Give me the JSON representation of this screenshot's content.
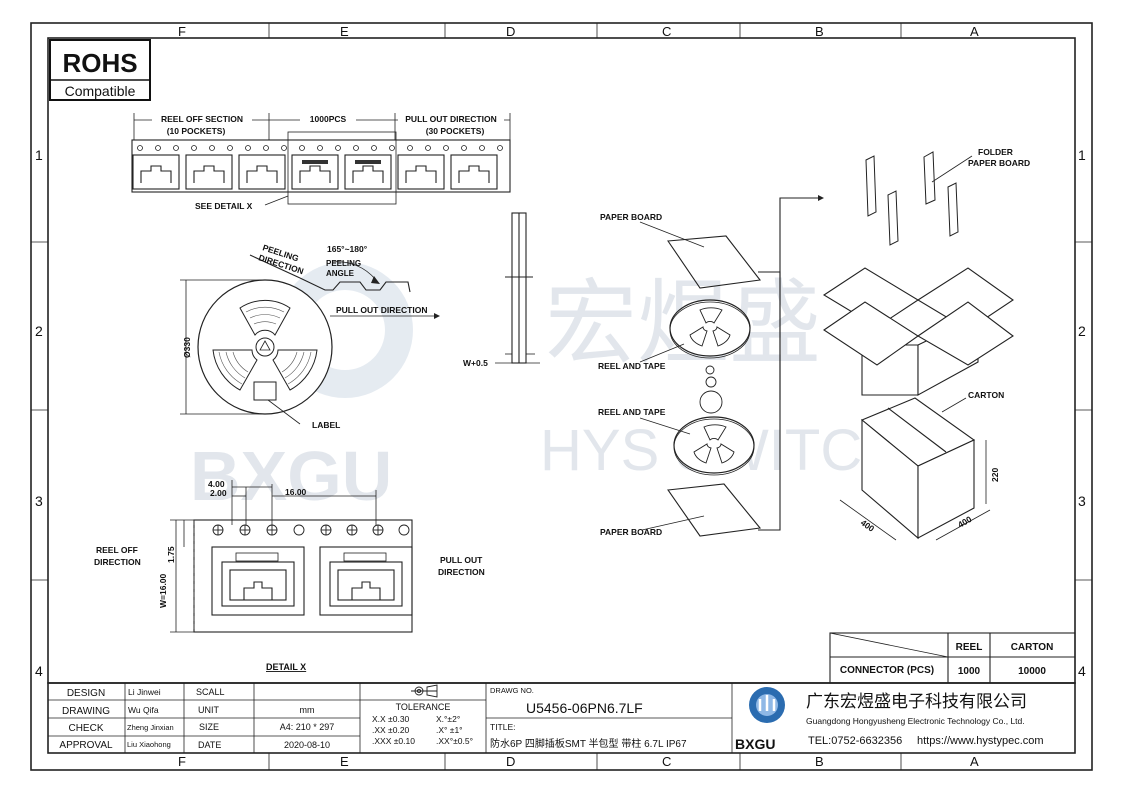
{
  "zone_letters": [
    "F",
    "E",
    "D",
    "C",
    "B",
    "A"
  ],
  "zone_numbers": [
    "1",
    "2",
    "3",
    "4"
  ],
  "rohs": {
    "title": "ROHS",
    "subtitle": "Compatible"
  },
  "watermark": {
    "brand_cn": "宏煜盛",
    "brand_en": "HYS SWITCH",
    "logo": "BXGU"
  },
  "tape_section": {
    "reel_off": "REEL OFF SECTION",
    "reel_off_pockets": "(10 POCKETS)",
    "qty": "1000PCS",
    "pull_out": "PULL OUT DIRECTION",
    "pull_out_pockets": "(30 POCKETS)",
    "see_detail": "SEE DETAIL X"
  },
  "reel_view": {
    "peeling_direction_1": "PEELING",
    "peeling_direction_2": "DIRECTION",
    "angle": "165°~180°",
    "peeling_angle_1": "PEELING",
    "peeling_angle_2": "ANGLE",
    "pull_out": "PULL OUT DIRECTION",
    "diameter": "Ø330",
    "label": "LABEL",
    "width_dim": "W+0.5"
  },
  "detail_x": {
    "dim_4": "4.00",
    "dim_2": "2.00",
    "dim_16": "16.00",
    "dim_175": "1.75",
    "dim_w": "W=16.00",
    "reel_off_1": "REEL OFF",
    "reel_off_2": "DIRECTION",
    "pull_out_1": "PULL OUT",
    "pull_out_2": "DIRECTION",
    "title": "DETAIL X"
  },
  "packing": {
    "folder_1": "FOLDER",
    "folder_2": "PAPER BOARD",
    "paper_board_top": "PAPER BOARD",
    "reel_tape_1": "REEL AND TAPE",
    "reel_tape_2": "REEL AND TAPE",
    "paper_board_bottom": "PAPER BOARD",
    "carton": "CARTON",
    "carton_w": "400",
    "carton_d": "400",
    "carton_h": "220"
  },
  "qty_table": {
    "headers": [
      "REEL",
      "CARTON"
    ],
    "row_label": "CONNECTOR (PCS)",
    "values": [
      "1000",
      "10000"
    ]
  },
  "title_block": {
    "design_label": "DESIGN",
    "design_name": "Li Jinwei",
    "scall_label": "SCALL",
    "scall_value": "",
    "drawing_label": "DRAWING",
    "drawing_name": "Wu Qifa",
    "unit_label": "UNIT",
    "unit_value": "mm",
    "check_label": "CHECK",
    "check_name": "Zheng Jinxian",
    "size_label": "SIZE",
    "size_value": "A4: 210 * 297",
    "approval_label": "APPROVAL",
    "approval_name": "Liu Xiaohong",
    "date_label": "DATE",
    "date_value": "2020-08-10",
    "tolerance_label": "TOLERANCE",
    "tol_x": "X.X  ±0.30",
    "tol_xx": ".XX  ±0.20",
    "tol_xxx": ".XXX  ±0.10",
    "tol_a1": "X.°±2°",
    "tol_a2": ".X° ±1°",
    "tol_a3": ".XX°±0.5°",
    "drawing_no_label": "DRAWG NO.",
    "drawing_no": "U5456-06PN6.7LF",
    "title_label": "TITLE:",
    "title_value": "防水6P 四脚插板SMT 半包型 带柱 6.7L IP67",
    "company_cn": "广东宏煜盛电子科技有限公司",
    "company_en": "Guangdong Hongyusheng Electronic Technology Co., Ltd.",
    "phone": "TEL:0752-6632356",
    "website": "https://www.hystypec.com",
    "logo_text": "BXGU"
  }
}
